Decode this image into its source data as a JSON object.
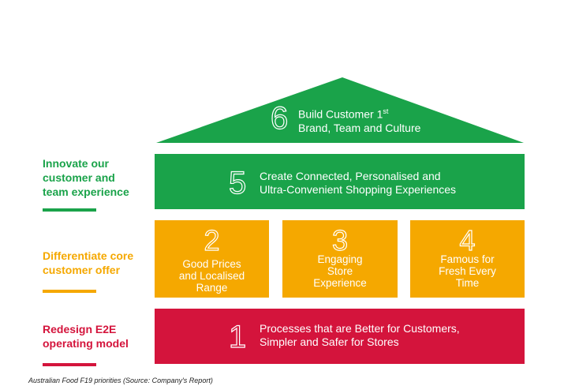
{
  "roof": {
    "number": "6",
    "line1": "Build Customer 1",
    "sup": "st",
    "line2": "Brand, Team and Culture"
  },
  "tier5": {
    "number": "5",
    "line1": "Create Connected, Personalised and",
    "line2": "Ultra-Convenient  Shopping Experiences"
  },
  "pillars": [
    {
      "number": "2",
      "lines": [
        "Good Prices",
        "and Localised",
        "Range"
      ]
    },
    {
      "number": "3",
      "lines": [
        "Engaging",
        "Store",
        "Experience"
      ]
    },
    {
      "number": "4",
      "lines": [
        "Famous for",
        "Fresh Every",
        "Time"
      ]
    }
  ],
  "tier1": {
    "number": "1",
    "line1": "Processes that are Better for Customers,",
    "line2": "Simpler and Safer for Stores"
  },
  "side": [
    {
      "lines": [
        "Innovate our",
        "customer and",
        "team experience"
      ],
      "color": "#1aa34a"
    },
    {
      "lines": [
        "Differentiate core",
        "customer offer"
      ],
      "color": "#f5a800"
    },
    {
      "lines": [
        "Redesign E2E",
        "operating model"
      ],
      "color": "#d4143c"
    }
  ],
  "caption": "Australian Food F19 priorities (Source: Company's Report)"
}
